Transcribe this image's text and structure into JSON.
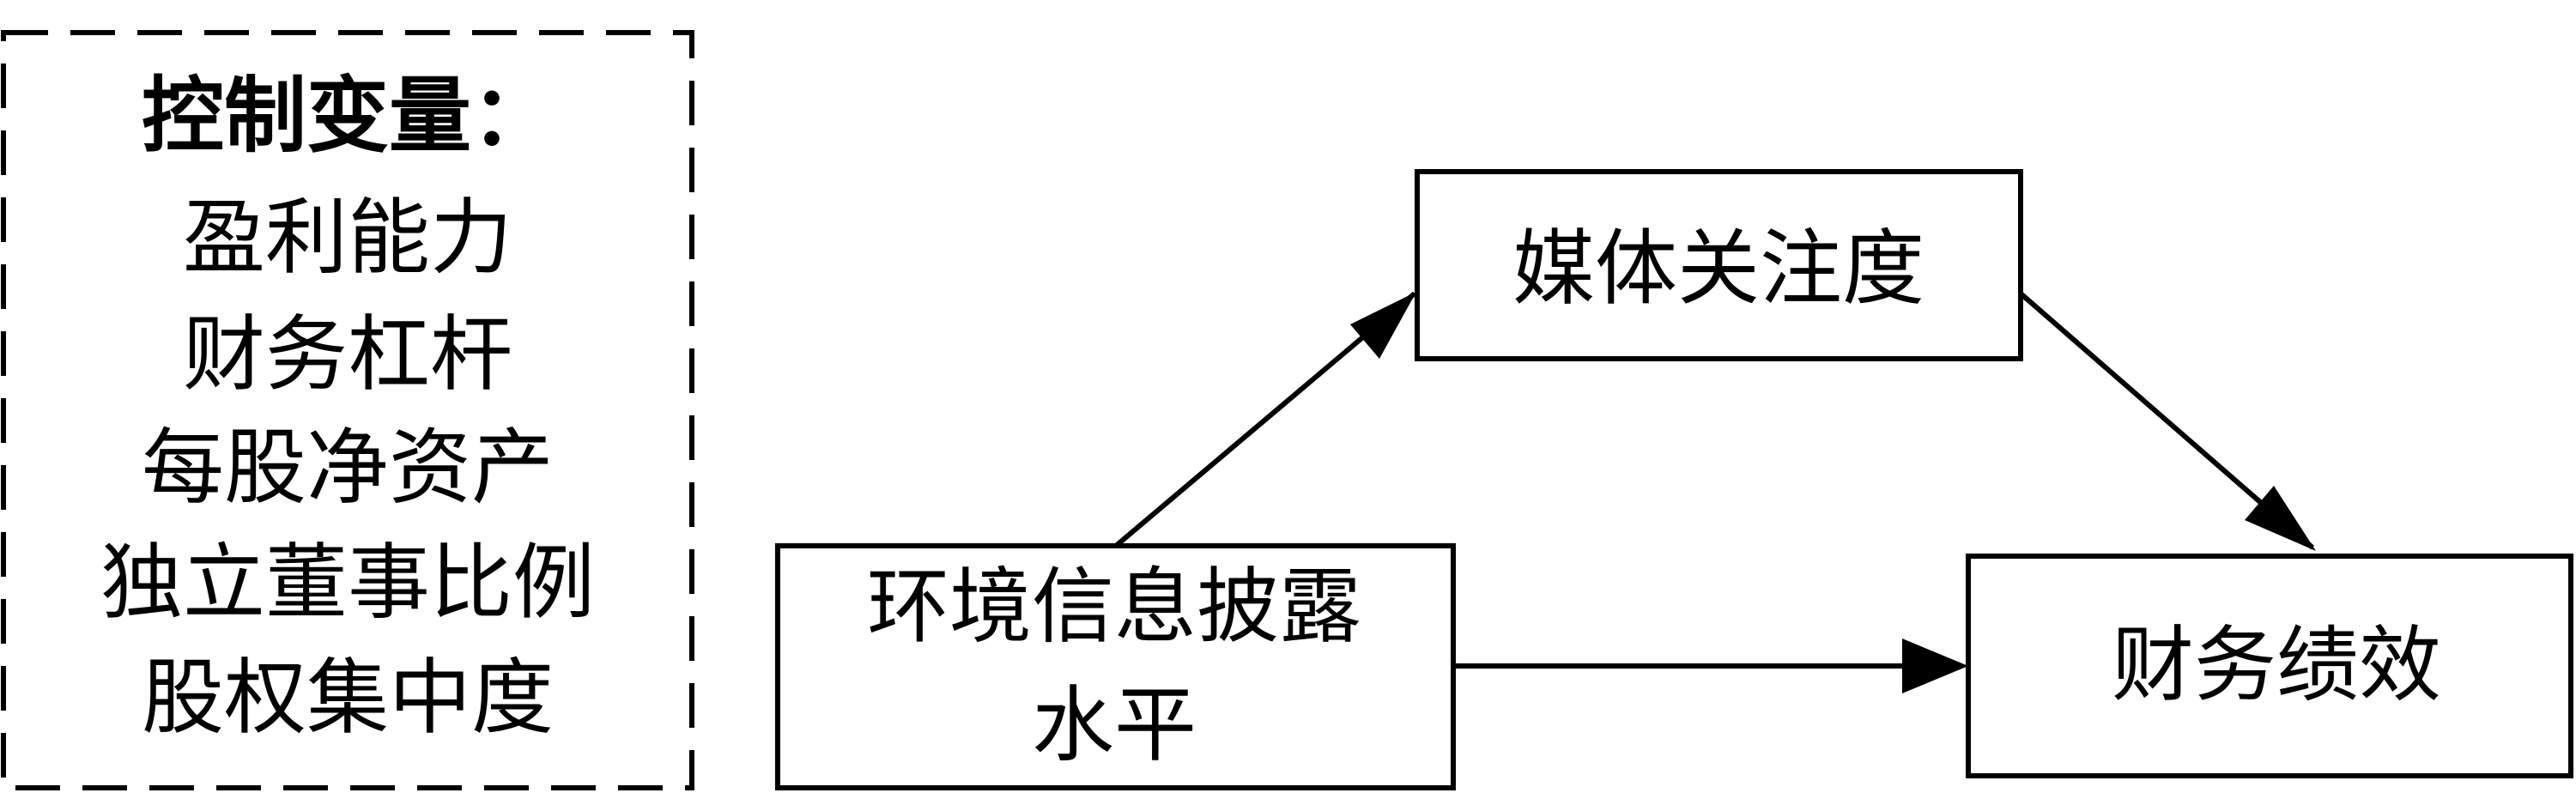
{
  "control_variables": {
    "title": "控制变量：",
    "items": [
      "盈利能力",
      "财务杠杆",
      "每股净资产",
      "独立董事比例",
      "股权集中度"
    ]
  },
  "nodes": {
    "media_attention": "媒体关注度",
    "env_disclosure_line1": "环境信息披露",
    "env_disclosure_line2": "水平",
    "financial_performance": "财务绩效"
  },
  "colors": {
    "stroke": "#000000",
    "background": "#ffffff"
  }
}
